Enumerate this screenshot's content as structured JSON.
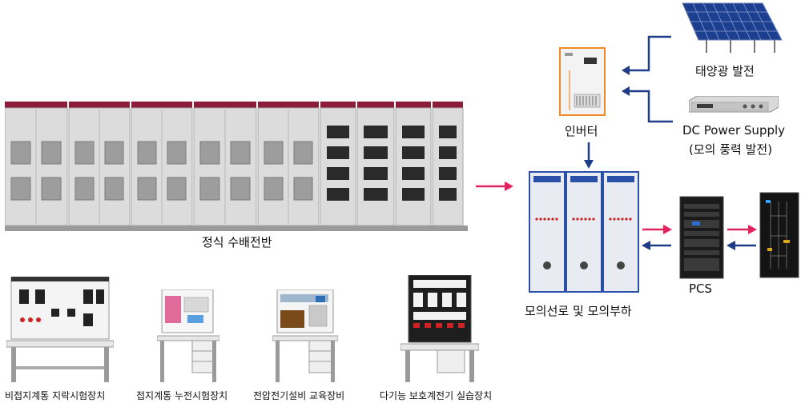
{
  "labels": {
    "switchboard": "정식 수배전반",
    "inverter": "인버터",
    "solar": "태양광 발전",
    "dc_supply_line1": "DC Power Supply",
    "dc_supply_line2": "(모의 풍력 발전)",
    "sim_line_load": "모의선로 및 모의부하",
    "pcs": "PCS",
    "trainer1": "비접지계통 지락시험장치",
    "trainer2": "접지계통 누전시험장치",
    "trainer3": "전압전기설비 교육장비",
    "trainer4": "다기능 보호계전기 실습장치"
  },
  "colors": {
    "arrow_red": "#e0245e",
    "arrow_blue": "#1f3c88",
    "panel_top": "#8c1d3a",
    "panel_body": "#dcdcdc"
  },
  "icons": {
    "solar": "solar-panel-icon",
    "dc_supply": "rack-unit-icon",
    "inverter": "inverter-cabinet-icon",
    "pcs": "pcs-cabinet-icon"
  }
}
